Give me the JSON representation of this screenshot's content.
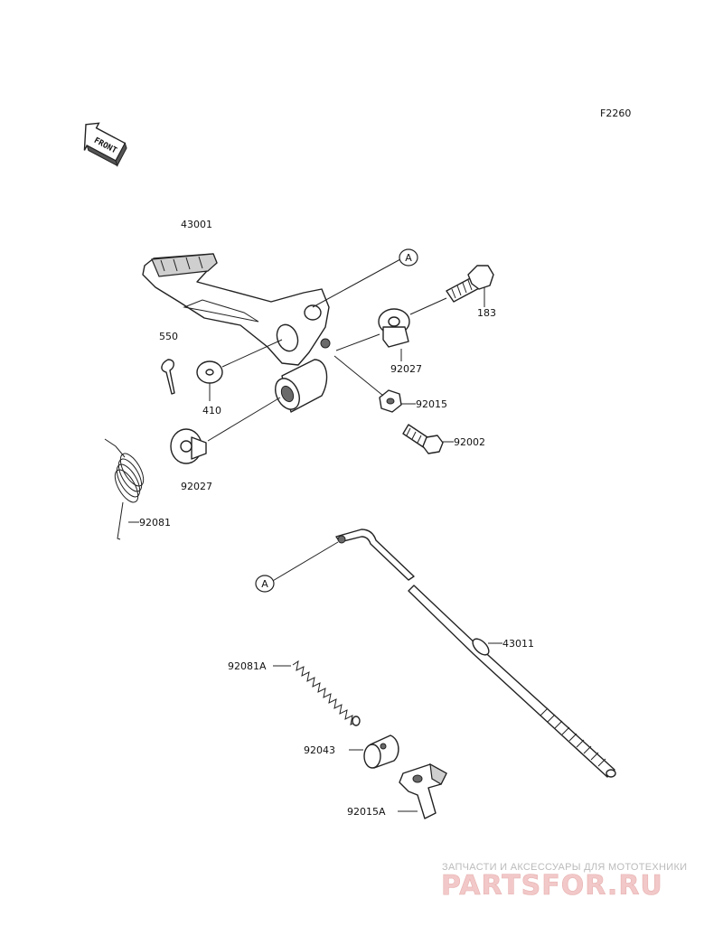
{
  "figure_code": "F2260",
  "front_indicator": "FRONT",
  "ref_marker": "A",
  "parts": {
    "p43001": "43001",
    "p550": "550",
    "p410": "410",
    "p92027_upper": "92027",
    "p183": "183",
    "p92015": "92015",
    "p92002": "92002",
    "p92027_lower": "92027",
    "p92081": "92081",
    "p43011": "43011",
    "p92081A": "92081A",
    "p92043": "92043",
    "p92015A": "92015A"
  },
  "watermark": {
    "tagline": "ЗАПЧАСТИ И АКСЕССУАРЫ ДЛЯ МОТОТЕХНИКИ",
    "brand": "PARTSFOR.RU"
  }
}
